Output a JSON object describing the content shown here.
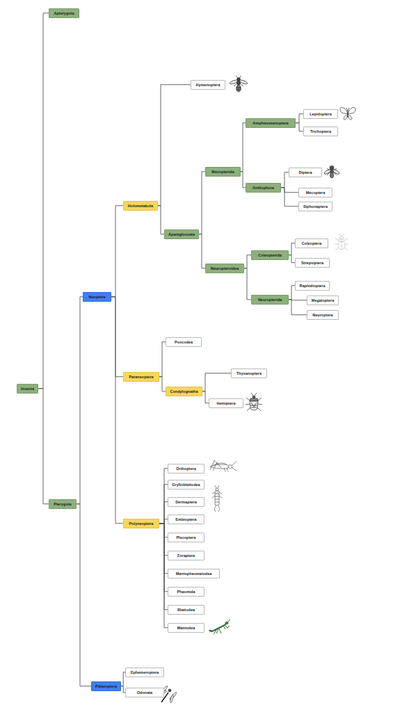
{
  "diagram": {
    "nodes": [
      {
        "text": [
          "Insecta"
        ]
      },
      {
        "text": [
          "Apterygota"
        ]
      },
      {
        "text": [
          "Pterygota"
        ]
      },
      {
        "text": [
          "Neoptera"
        ]
      },
      {
        "text": [
          "Holometabola"
        ]
      },
      {
        "text": [
          "Hymenoptera"
        ]
      },
      {
        "text": [
          "Aparaglossata"
        ]
      },
      {
        "text": [
          "Mecopterida"
        ]
      },
      {
        "text": [
          "Amphiesmenoptera"
        ]
      },
      {
        "text": [
          "Lepidoptera"
        ]
      },
      {
        "text": [
          "Trichoptera"
        ]
      },
      {
        "text": [
          "Antliophora"
        ]
      },
      {
        "text": [
          "Diptera"
        ]
      },
      {
        "text": [
          "Mecoptera"
        ]
      },
      {
        "text": [
          "Siphonaptera"
        ]
      },
      {
        "text": [
          "Neuropteroidea"
        ]
      },
      {
        "text": [
          "Coleopterida"
        ]
      },
      {
        "text": [
          "Coleoptera"
        ]
      },
      {
        "text": [
          "Strepsiptera"
        ]
      },
      {
        "text": [
          "Neuropterida"
        ]
      },
      {
        "text": [
          "Raphidioptera"
        ]
      },
      {
        "text": [
          "Megaloptera"
        ]
      },
      {
        "text": [
          "Neuroptera"
        ]
      },
      {
        "text": [
          "Paraneoptera"
        ]
      },
      {
        "text": [
          "Psocodea"
        ]
      },
      {
        "text": [
          "Condylognatha"
        ]
      },
      {
        "text": [
          "Thysanoptera"
        ]
      },
      {
        "text": [
          "Hemiptera"
        ]
      },
      {
        "text": [
          "Polyneoptera"
        ]
      },
      {
        "text": [
          "Orthoptera"
        ]
      },
      {
        "text": [
          "Grylloblattodea"
        ]
      },
      {
        "text": [
          "Dermaptera"
        ]
      },
      {
        "text": [
          "Embioptera"
        ]
      },
      {
        "text": [
          "Plecoptera"
        ]
      },
      {
        "text": [
          "Zoraptera"
        ]
      },
      {
        "text": [
          "Mantophasmatodea"
        ]
      },
      {
        "text": [
          "Phasmida"
        ]
      },
      {
        "text": [
          "Blattodea"
        ]
      },
      {
        "text": [
          "Mantodea"
        ]
      },
      {
        "text": [
          "Palaeoptera"
        ]
      },
      {
        "text": [
          "Ephemeroptera"
        ]
      },
      {
        "text": [
          "Odonata"
        ]
      }
    ],
    "edges": [
      {
        "from": 0,
        "to": 1,
        "arrow": "none"
      },
      {
        "from": 0,
        "to": 2,
        "arrow": "none"
      },
      {
        "from": 2,
        "to": 3,
        "arrow": "none"
      },
      {
        "from": 2,
        "to": 39,
        "arrow": "none"
      },
      {
        "from": 3,
        "to": 4,
        "arrow": "none"
      },
      {
        "from": 3,
        "to": 23,
        "arrow": "none"
      },
      {
        "from": 3,
        "to": 28,
        "arrow": "none"
      },
      {
        "from": 4,
        "to": 5,
        "arrow": "none"
      },
      {
        "from": 4,
        "to": 6,
        "arrow": "none"
      },
      {
        "from": 6,
        "to": 7,
        "arrow": "none"
      },
      {
        "from": 6,
        "to": 15,
        "arrow": "none"
      },
      {
        "from": 7,
        "to": 8,
        "arrow": "none"
      },
      {
        "from": 7,
        "to": 11,
        "arrow": "none"
      },
      {
        "from": 8,
        "to": 9,
        "arrow": "none"
      },
      {
        "from": 8,
        "to": 10,
        "arrow": "none"
      },
      {
        "from": 11,
        "to": 12,
        "arrow": "none"
      },
      {
        "from": 11,
        "to": 13,
        "arrow": "none"
      },
      {
        "from": 11,
        "to": 14,
        "arrow": "none"
      },
      {
        "from": 15,
        "to": 16,
        "arrow": "none"
      },
      {
        "from": 15,
        "to": 19,
        "arrow": "none"
      },
      {
        "from": 16,
        "to": 17,
        "arrow": "none"
      },
      {
        "from": 16,
        "to": 18,
        "arrow": "none"
      },
      {
        "from": 19,
        "to": 20,
        "arrow": "none"
      },
      {
        "from": 19,
        "to": 21,
        "arrow": "none"
      },
      {
        "from": 19,
        "to": 22,
        "arrow": "none"
      },
      {
        "from": 23,
        "to": 24,
        "arrow": "none"
      },
      {
        "from": 23,
        "to": 25,
        "arrow": "none"
      },
      {
        "from": 25,
        "to": 26,
        "arrow": "none"
      },
      {
        "from": 25,
        "to": 27,
        "arrow": "none"
      },
      {
        "from": 28,
        "to": 29,
        "arrow": "none"
      },
      {
        "from": 28,
        "to": 30,
        "arrow": "none"
      },
      {
        "from": 28,
        "to": 31,
        "arrow": "none"
      },
      {
        "from": 28,
        "to": 32,
        "arrow": "none"
      },
      {
        "from": 28,
        "to": 33,
        "arrow": "none"
      },
      {
        "from": 28,
        "to": 34,
        "arrow": "none"
      },
      {
        "from": 28,
        "to": 35,
        "arrow": "none"
      },
      {
        "from": 28,
        "to": 36,
        "arrow": "none"
      },
      {
        "from": 28,
        "to": 37,
        "arrow": "none"
      },
      {
        "from": 28,
        "to": 38,
        "arrow": "none"
      },
      {
        "from": 39,
        "to": 40,
        "arrow": "none"
      },
      {
        "from": 39,
        "to": 41,
        "arrow": "none"
      }
    ]
  }
}
